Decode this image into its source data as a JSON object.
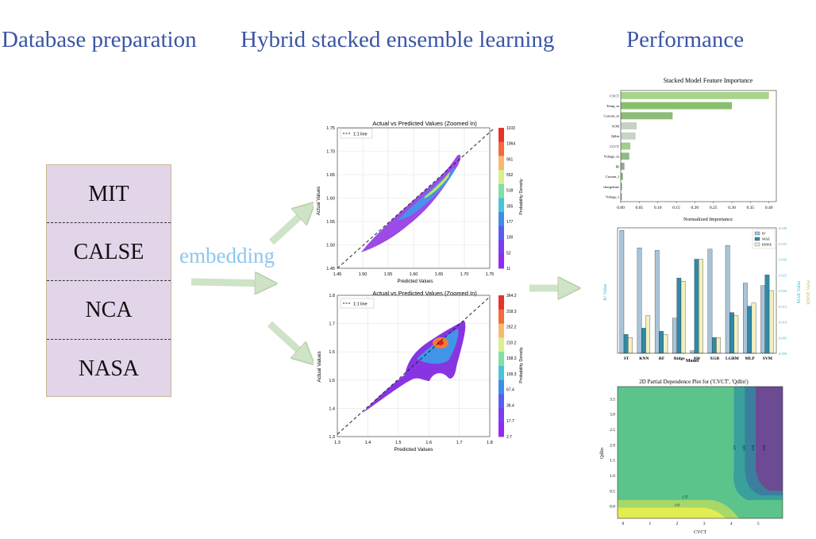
{
  "headings": {
    "database": "Database preparation",
    "ensemble": "Hybrid stacked ensemble learning",
    "performance": "Performance"
  },
  "databases": [
    "MIT",
    "CALSE",
    "NCA",
    "NASA"
  ],
  "embedding_label": "embedding",
  "colors": {
    "heading": "#3a55a6",
    "embedding": "#8ec6ef",
    "db_fill": "#e2d4e9",
    "arrow": "#cfe3c6"
  },
  "chart_data": [
    {
      "type": "heatmap",
      "id": "scatter-top",
      "title": "Actual vs Predicted Values (Zoomed In)",
      "xlabel": "Predicted Values",
      "ylabel": "Actual Values",
      "xlim": [
        1.45,
        1.75
      ],
      "ylim": [
        1.45,
        1.75
      ],
      "xticks": [
        "1.45",
        "1.50",
        "1.55",
        "1.60",
        "1.65",
        "1.70",
        "1.75"
      ],
      "yticks": [
        "1.45",
        "1.50",
        "1.55",
        "1.60",
        "1.65",
        "1.70",
        "1.75"
      ],
      "legend": "1:1 line",
      "colorbar_label": "Probability Density",
      "colorbar_ticks": [
        "1103",
        "1064",
        "951",
        "552",
        "518",
        "355",
        "177",
        "100",
        "52",
        "11"
      ],
      "grid": true
    },
    {
      "type": "heatmap",
      "id": "scatter-bottom",
      "title": "Actual vs Predicted Values (Zoomed In)",
      "xlabel": "Predicted Values",
      "ylabel": "Actual Values",
      "xlim": [
        1.3,
        1.8
      ],
      "ylim": [
        1.3,
        1.8
      ],
      "xticks": [
        "1.3",
        "1.4",
        "1.5",
        "1.6",
        "1.7",
        "1.8"
      ],
      "yticks": [
        "1.3",
        "1.4",
        "1.5",
        "1.6",
        "1.7",
        "1.8"
      ],
      "legend": "1:1 line",
      "colorbar_label": "Probability Density",
      "colorbar_ticks": [
        "364.2",
        "318.3",
        "252.2",
        "210.2",
        "158.3",
        "109.3",
        "67.4",
        "36.4",
        "17.7",
        "2.7"
      ],
      "grid": true
    },
    {
      "type": "bar",
      "id": "feature-importance",
      "orientation": "horizontal",
      "title": "Stacked Model Feature Importance",
      "xlabel": "Normalized Importance",
      "categories": [
        "CVCT",
        "Temp_m",
        "Current_m",
        "SOH",
        "Qdlin",
        "CCCT",
        "Voltage_m",
        "IR",
        "Current_l",
        "chargetime",
        "Voltage_l"
      ],
      "values": [
        0.4,
        0.3,
        0.14,
        0.043,
        0.04,
        0.026,
        0.023,
        0.01,
        0.006,
        0.004,
        0.003
      ],
      "xlim": [
        0,
        0.42
      ],
      "xticks": [
        "0.00",
        "0.05",
        "0.10",
        "0.15",
        "0.20",
        "0.25",
        "0.30",
        "0.35",
        "0.40"
      ]
    },
    {
      "type": "bar",
      "id": "model-metrics",
      "xlabel": "Model",
      "ylabel": "R² Value",
      "ylabel2": "MAE Value",
      "ylabel3": "RMSE Value",
      "categories": [
        "ST",
        "KNN",
        "RF",
        "Ridge",
        "NN",
        "XGB",
        "LGBM",
        "MLP",
        "SVM"
      ],
      "series": [
        {
          "name": "R²",
          "values": [
            0.98,
            0.84,
            0.82,
            0.28,
            0.02,
            0.83,
            0.86,
            0.56,
            0.54
          ],
          "color": "#a9c4d8"
        },
        {
          "name": "MAE",
          "values": [
            0.006,
            0.008,
            0.007,
            0.024,
            0.03,
            0.005,
            0.013,
            0.015,
            0.025
          ],
          "color": "#2f8aa8"
        },
        {
          "name": "RMSE",
          "values": [
            0.005,
            0.012,
            0.006,
            0.023,
            0.03,
            0.005,
            0.012,
            0.016,
            0.02
          ],
          "color": "#f2efc0"
        }
      ],
      "ylim": [
        0,
        1.0
      ],
      "ylim2": [
        0,
        0.04
      ],
      "y2ticks": [
        "0.000",
        "0.005",
        "0.010",
        "0.015",
        "0.020",
        "0.025",
        "0.030",
        "0.035",
        "0.040"
      ]
    },
    {
      "type": "heatmap",
      "id": "partial-dependence",
      "title": "2D Partial Dependence Plot for ('CVCT', 'Qdlin')",
      "xlabel": "CVCT",
      "ylabel": "Qdlin",
      "xticks": [
        "0",
        "1",
        "2",
        "3",
        "4",
        "5"
      ],
      "yticks": [
        "0.0",
        "0.5",
        "1.0",
        "1.5",
        "2.0",
        "2.5",
        "3.0",
        "3.5"
      ],
      "xlim": [
        -0.2,
        5.9
      ],
      "ylim": [
        -0.4,
        3.9
      ],
      "contour_labels": [
        "1.57",
        "1.61",
        "1.6",
        "1.61",
        "1.61",
        "1.61"
      ]
    }
  ]
}
